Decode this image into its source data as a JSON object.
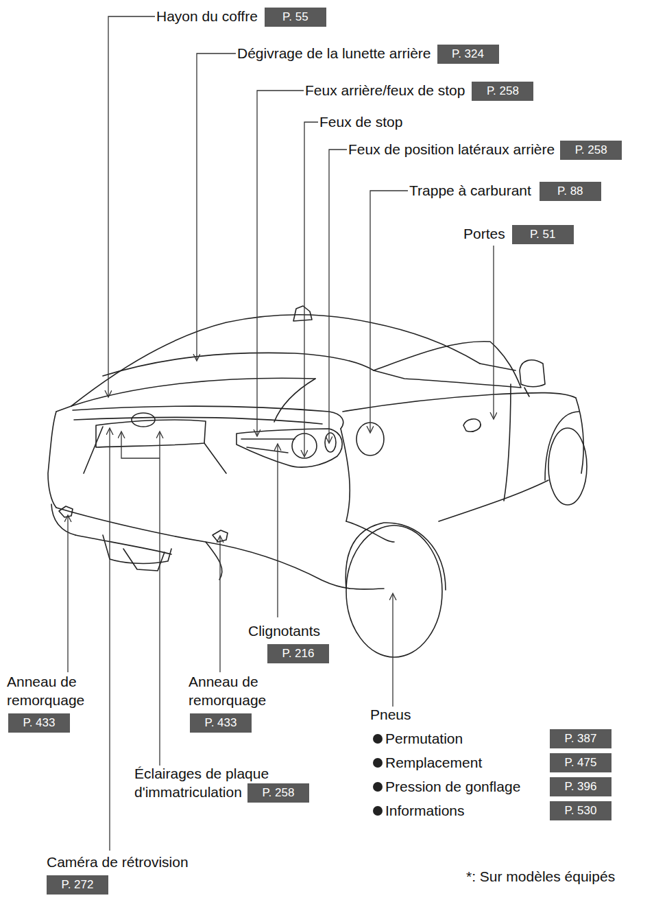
{
  "diagram": {
    "nodes": [
      {
        "text": [
          "Hayon du coffre",
          "P. 55"
        ]
      },
      {
        "text": [
          "Dégivrage de la lunette arrière",
          "P. 324"
        ]
      },
      {
        "text": [
          "Feux arrière/feux de stop",
          "P. 258"
        ]
      },
      {
        "text": [
          "Feux de position latéraux arrière",
          "P. 258"
        ]
      },
      {
        "text": [
          "Trappe à carburant",
          "P. 88"
        ]
      },
      {
        "text": [
          "Portes",
          "P. 51"
        ]
      },
      {
        "text": [
          "Clignotants",
          "P. 216"
        ]
      },
      {
        "text": [
          "Anneau de remorquage",
          "P. 433"
        ]
      },
      {
        "text": [
          "Anneau de remorquage",
          "P. 433"
        ]
      },
      {
        "text": [
          "Permutation",
          "P. 387"
        ]
      },
      {
        "text": [
          "Remplacement",
          "P. 475"
        ]
      },
      {
        "text": [
          "Pression de gonflage",
          "P. 396"
        ]
      },
      {
        "text": [
          "Informations",
          "P. 530"
        ]
      },
      {
        "text": [
          "Éclairages de plaque d'immatriculation",
          "P. 258"
        ]
      },
      {
        "text": [
          "Caméra de rétrovision",
          "P. 272"
        ]
      }
    ],
    "labels": [
      "Feux de stop",
      "Pneus",
      "*: Sur modèles équipés"
    ]
  }
}
